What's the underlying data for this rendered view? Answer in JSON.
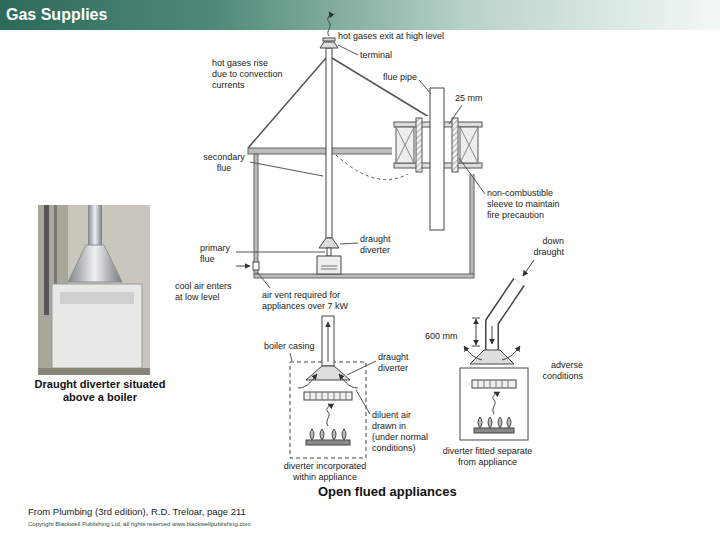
{
  "diagram": {
    "title": "Gas Supplies",
    "caption": "Open flued appliances",
    "labels": [
      "hot gases exit at high level",
      "hot gases rise due to convection currents",
      "terminal",
      "flue pipe",
      "25 mm",
      "secondary flue",
      "non-combustible sleeve to maintain fire precaution",
      "primary flue",
      "draught diverter",
      "down draught",
      "cool air enters at low level",
      "air vent required for appliances over 7 kW",
      "600 mm",
      "boiler casing",
      "draught diverter",
      "adverse conditions",
      "Draught diverter situated above a boiler",
      "diluent air drawn in (under normal conditions)",
      "diverter fitted separate from appliance",
      "diverter incorporated within appliance",
      "From Plumbing (3rd edition), R.D. Treloar, page 211",
      "Copyright Blackwell Publishing Ltd, all rights reserved www.blackwellpublishing.com"
    ]
  }
}
